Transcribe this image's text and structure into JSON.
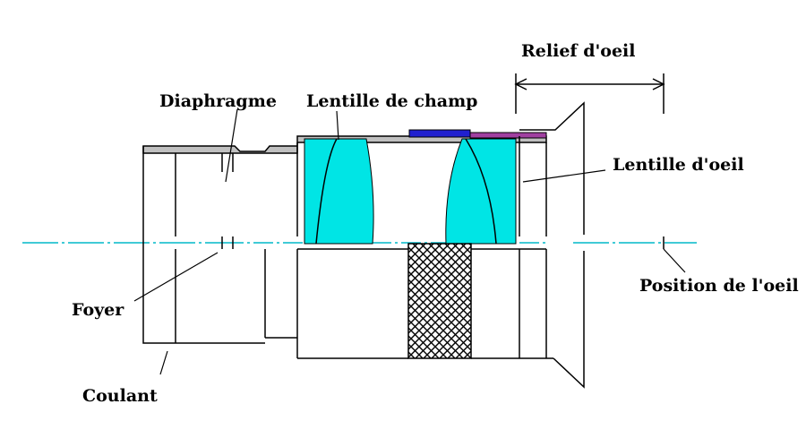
{
  "diagram": {
    "labels": {
      "relief": "Relief d'oeil",
      "diaphragme": "Diaphragme",
      "lentille_champ": "Lentille de champ",
      "lentille_oeil": "Lentille d'oeil",
      "foyer": "Foyer",
      "position_oeil": "Position de l'oeil",
      "coulant": "Coulant"
    },
    "colors": {
      "lens": "#00e5e5",
      "axis": "#00b8c8",
      "barrel_top": "#c0c0c0",
      "blue_ring": "#2020d0",
      "purple_ring": "#a040a0",
      "outline": "#000000",
      "hatch_bg": "#ffffff"
    }
  }
}
